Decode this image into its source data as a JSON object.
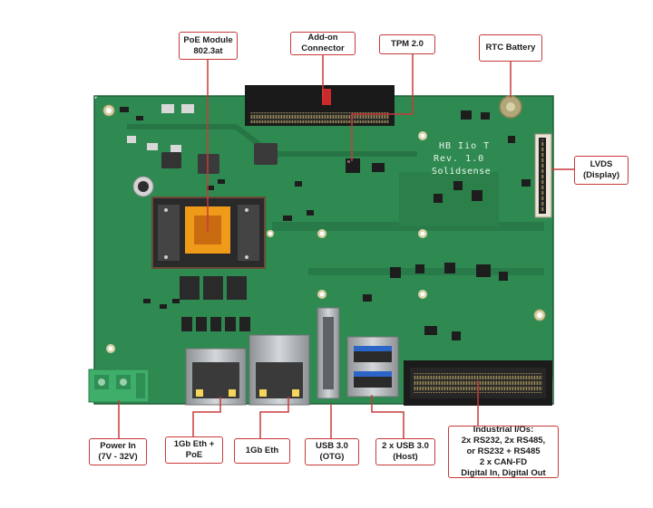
{
  "colors": {
    "callout_border": "#c83a3a",
    "leader_line": "#c83a3a",
    "pcb_green": "#2f8a52",
    "pcb_dark_green": "#236b3e",
    "connector_black": "#1a1a1a",
    "terminal_green": "#3fae6a",
    "metal": "#b9bcbe"
  },
  "board": {
    "silkscreen_title": "HB Iio T",
    "silkscreen_rev": "Rev. 1.0",
    "silkscreen_brand": "Solidsense"
  },
  "callouts": {
    "poe_module": "PoE Module\n802.3at",
    "addon_connector": "Add-on\nConnector",
    "tpm": "TPM 2.0",
    "rtc_battery": "RTC Battery",
    "lvds": "LVDS\n(Display)",
    "power_in": "Power In\n(7V - 32V)",
    "eth_poe": "1Gb Eth +\nPoE",
    "eth": "1Gb Eth",
    "usb_otg": "USB 3.0\n(OTG)",
    "usb_host": "2 x USB 3.0\n(Host)",
    "industrial_io": "Industrial I/Os:\n2x RS232, 2x RS485,\nor RS232 + RS485\n2 x CAN-FD\nDigital In, Digital Out"
  }
}
